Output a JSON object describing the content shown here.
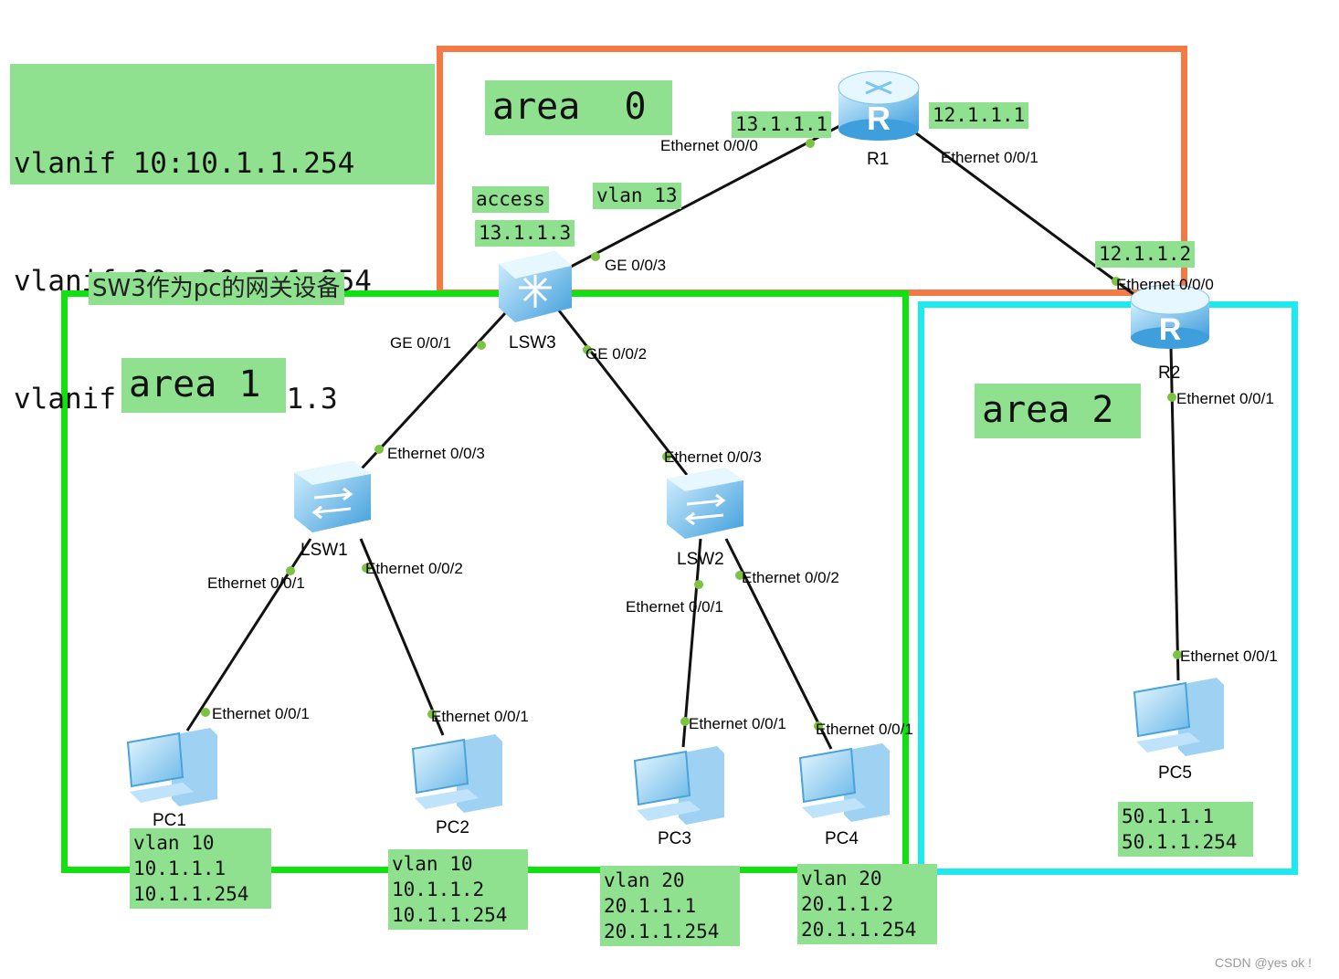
{
  "vlanif_box": {
    "line1": "vlanif 10:10.1.1.254",
    "line2": "vlanif 20: 20.1.1.254",
    "line3": "vlanif 13: 13.1.1.3"
  },
  "areas": {
    "area0": "area  0",
    "area1": "area 1",
    "area2": "area 2"
  },
  "area1_caption": "SW3作为pc的网关设备",
  "labels": {
    "r1_left_ip": "13.1.1.1",
    "r1_right_ip": "12.1.1.1",
    "r2_ip": "12.1.1.2",
    "lsw3_access": "access",
    "lsw3_vlan": "vlan 13",
    "lsw3_ip": "13.1.1.3",
    "pc1": "vlan 10\n10.1.1.1\n10.1.1.254",
    "pc2": "vlan 10\n10.1.1.2\n10.1.1.254",
    "pc3": "vlan 20\n20.1.1.1\n20.1.1.254",
    "pc4": "vlan 20\n20.1.1.2\n20.1.1.254",
    "pc5": "50.1.1.1\n50.1.1.254"
  },
  "devices": {
    "r1": "R1",
    "r2": "R2",
    "lsw3": "LSW3",
    "lsw1": "LSW1",
    "lsw2": "LSW2",
    "pc1": "PC1",
    "pc2": "PC2",
    "pc3": "PC3",
    "pc4": "PC4",
    "pc5": "PC5"
  },
  "ports": {
    "r1_e000": "Ethernet 0/0/0",
    "r1_e001": "Ethernet 0/0/1",
    "lsw3_ge003": "GE 0/0/3",
    "lsw3_ge001": "GE 0/0/1",
    "lsw3_ge002": "GE 0/0/2",
    "r2_e000": "Ethernet 0/0/0",
    "r2_e001": "Ethernet 0/0/1",
    "lsw1_e003": "Ethernet 0/0/3",
    "lsw2_e003": "Ethernet 0/0/3",
    "lsw1_e001": "Ethernet 0/0/1",
    "lsw1_e002": "Ethernet 0/0/2",
    "lsw2_e001": "Ethernet 0/0/1",
    "lsw2_e002": "Ethernet 0/0/2",
    "pc1_e001": "Ethernet 0/0/1",
    "pc2_e001": "Ethernet 0/0/1",
    "pc3_e001": "Ethernet 0/0/1",
    "pc4_e001": "Ethernet 0/0/1",
    "pc5_e001": "Ethernet 0/0/1"
  },
  "watermark": "CSDN @yes  ok !",
  "colors": {
    "area0": "#f47a45",
    "area1": "#11e011",
    "area2": "#1ee8f0",
    "label_bg": "#8fe08f",
    "link": "#111111",
    "port_dot": "#7cc243",
    "device": "#5fb5ea"
  }
}
